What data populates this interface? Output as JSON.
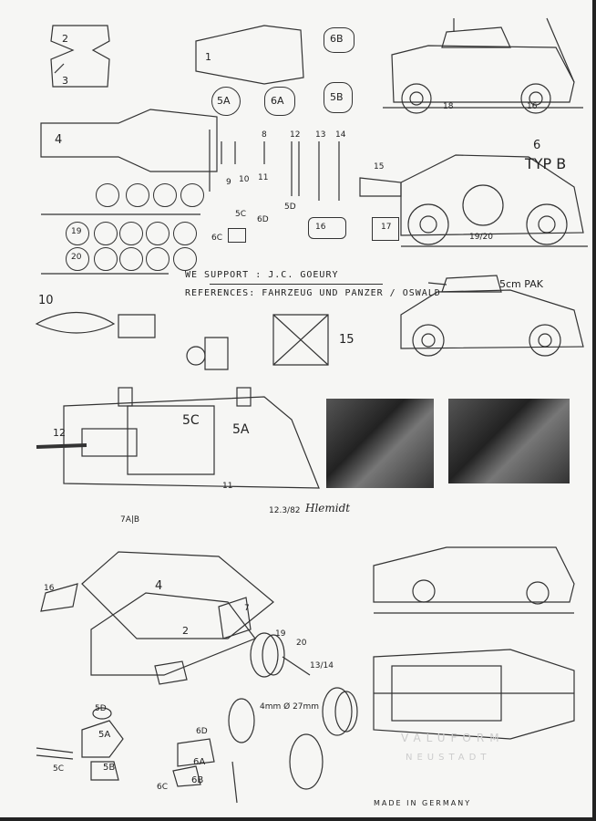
{
  "header": {
    "typ_label": "TYP B",
    "pak_label": "5cm PAK"
  },
  "credits": {
    "support": "WE SUPPORT : J.C. GOEURY",
    "references": "REFERENCES: FAHRZEUG UND PANZER / OSWALD",
    "date": "12.3/82",
    "signature": "Hlemidt"
  },
  "footer": {
    "made_in": "MADE IN GERMANY",
    "faded_brand": "VALUFORM",
    "faded_city": "NEUSTADT"
  },
  "parts": {
    "p2": "2",
    "p3": "3",
    "p1": "1",
    "p6b": "6B",
    "p5a": "5A",
    "p6a": "6A",
    "p5b": "5B",
    "p4": "4",
    "p18": "18",
    "p16": "16",
    "p6": "6",
    "p1920": "19/20",
    "p12": "12",
    "p13": "13",
    "p14": "14",
    "p8": "8",
    "p9": "9",
    "p10": "10",
    "p11": "11",
    "p15": "15",
    "p5c": "5C",
    "p6d": "6D",
    "p5d": "5D",
    "p6c": "6C",
    "p17": "17",
    "p19": "19",
    "p20": "20",
    "p7ab": "7A|B",
    "p7": "7",
    "p1314": "13/14",
    "wheel_dim": "4mm Ø 27mm"
  }
}
